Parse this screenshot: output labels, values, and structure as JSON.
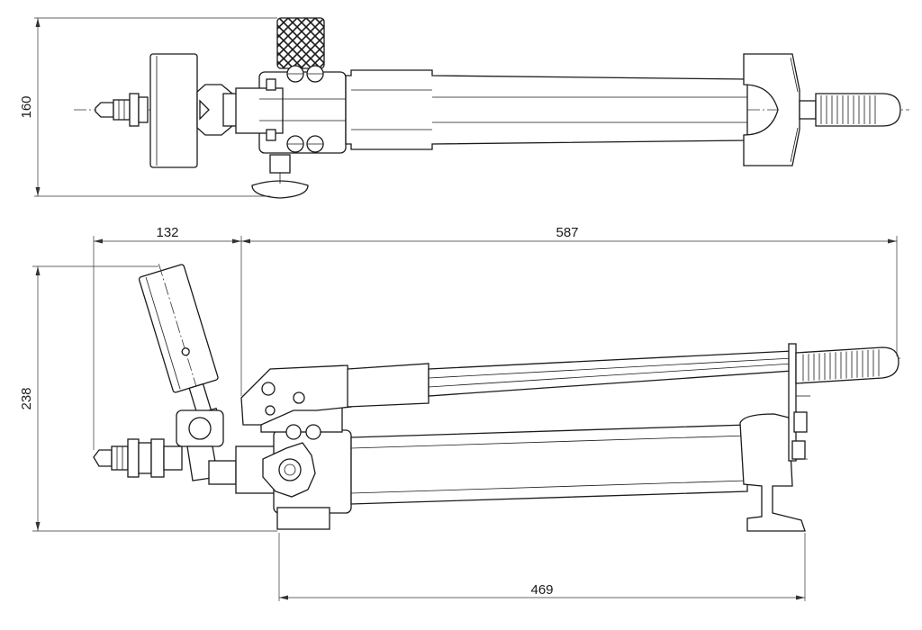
{
  "drawing": {
    "dimensions": {
      "top_view_height": "160",
      "gauge_offset": "132",
      "overall_length": "587",
      "side_view_height": "238",
      "base_length": "469"
    }
  },
  "colors": {
    "line": "#1a1a1a",
    "background": "#ffffff"
  }
}
